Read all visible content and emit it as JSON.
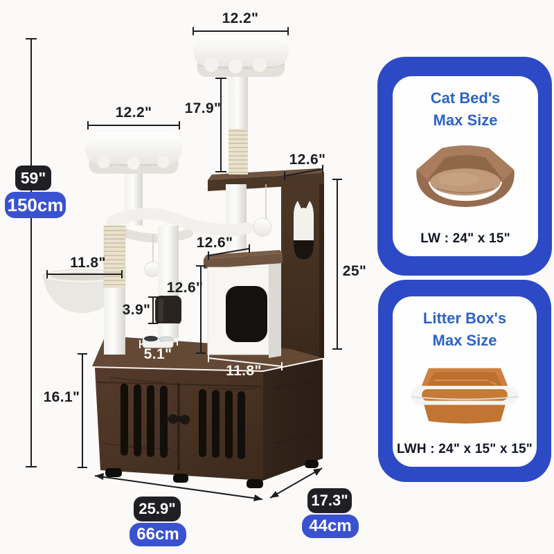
{
  "dimensions": {
    "top_perch_width": "12.2\"",
    "top_post_height": "17.9\"",
    "second_perch_width": "12.2\"",
    "total_height_in": "59\"",
    "total_height_cm": "150cm",
    "top_shelf_depth": "12.6\"",
    "tower_panel_height": "25\"",
    "middle_shelf_depth": "12.6\"",
    "condo_height": "12.6\"",
    "sleeve_height": "3.9\"",
    "bowl_stand_width": "5.1\"",
    "condo_width": "11.8\"",
    "hammock_width": "11.8\"",
    "cabinet_height": "16.1\"",
    "base_width_in": "25.9\"",
    "base_width_cm": "66cm",
    "base_depth_in": "17.3\"",
    "base_depth_cm": "44cm"
  },
  "cards": {
    "cat_bed": {
      "title_line1": "Cat Bed's",
      "title_line2": "Max Size",
      "size_label": "LW : 24\" x 15\""
    },
    "litter_box": {
      "title_line1": "Litter Box's",
      "title_line2": "Max Size",
      "size_label": "LWH : 24\" x 15\" x 15\""
    }
  },
  "colors": {
    "panel_blue": "#2c49c6",
    "badge_blue": "#3a52d0",
    "badge_black": "#202024",
    "heading_blue": "#2c63c6",
    "dimension_text": "#1d1d1f",
    "wood_brown": "#4a3526",
    "litter_orange": "#c97f3a",
    "cat_bed_brown": "#a87c5c"
  }
}
